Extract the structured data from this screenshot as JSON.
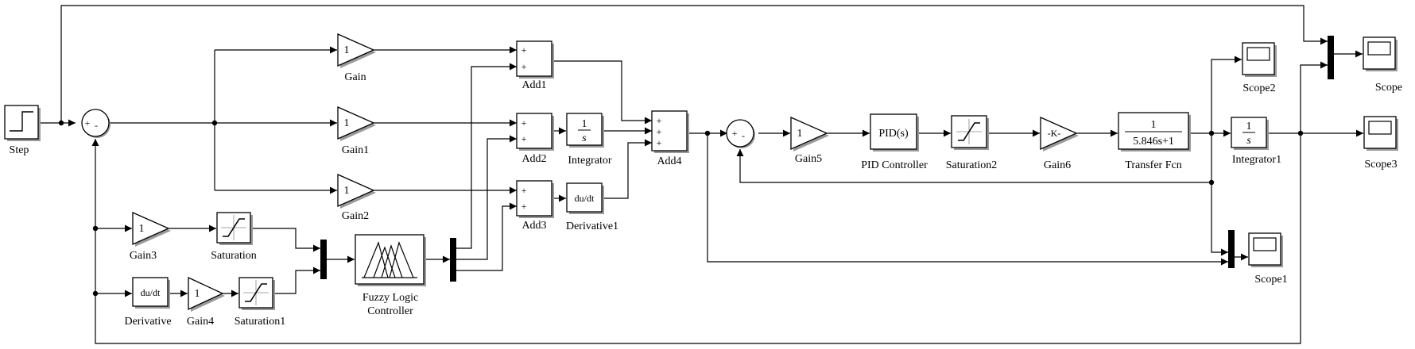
{
  "diagram": {
    "blocks": {
      "step": "Step",
      "gain": {
        "label": "Gain",
        "value": "1"
      },
      "gain1": {
        "label": "Gain1",
        "value": "1"
      },
      "gain2": {
        "label": "Gain2",
        "value": "1"
      },
      "gain3": {
        "label": "Gain3",
        "value": "1"
      },
      "gain4": {
        "label": "Gain4",
        "value": "1"
      },
      "gain5": {
        "label": "Gain5",
        "value": "1"
      },
      "gain6": {
        "label": "Gain6",
        "value": "-K-"
      },
      "add1": "Add1",
      "add2": "Add2",
      "add3": "Add3",
      "add4": "Add4",
      "integrator": {
        "label": "Integrator",
        "num": "1",
        "den": "s"
      },
      "integrator1": {
        "label": "Integrator1",
        "num": "1",
        "den": "s"
      },
      "derivative": {
        "label": "Derivative",
        "value": "du/dt"
      },
      "derivative1": {
        "label": "Derivative1",
        "value": "du/dt"
      },
      "saturation": "Saturation",
      "saturation1": "Saturation1",
      "saturation2": "Saturation2",
      "fuzzy": {
        "line1": "Fuzzy Logic",
        "line2": "Controller"
      },
      "pid": {
        "label": "PID Controller",
        "value": "PID(s)"
      },
      "tf": {
        "label": "Transfer Fcn",
        "num": "1",
        "den": "5.846s+1"
      },
      "scope": "Scope",
      "scope1": "Scope1",
      "scope2": "Scope2",
      "scope3": "Scope3"
    },
    "signs": {
      "plus": "+",
      "minus": "-"
    }
  }
}
